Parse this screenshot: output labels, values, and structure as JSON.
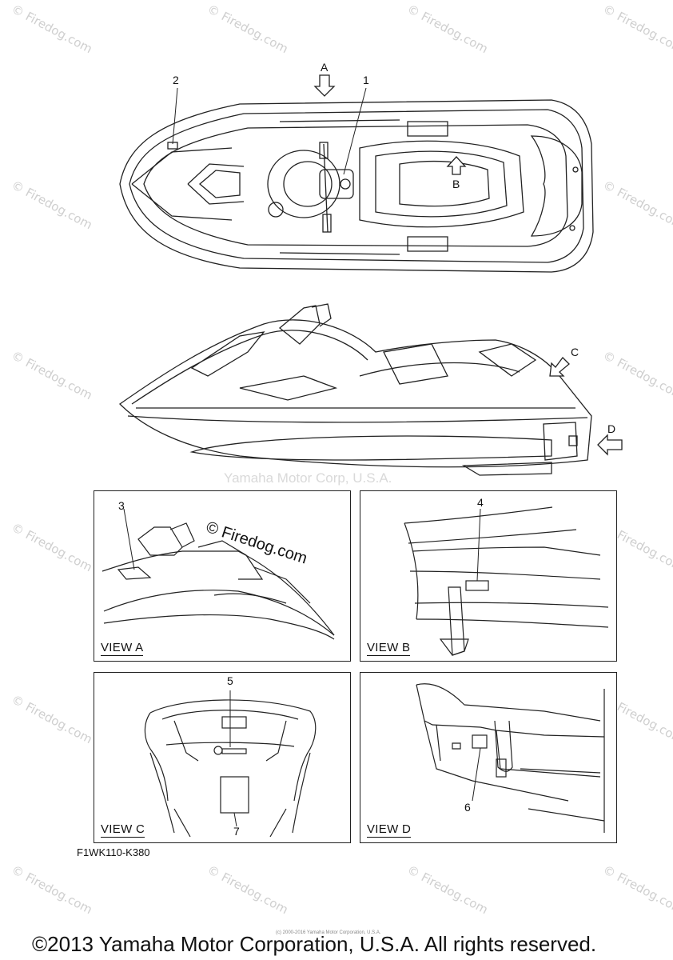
{
  "watermarks": {
    "firedog": "© Firedog.com",
    "yamaha_center": "Yamaha Motor Corp, U.S.A."
  },
  "top_view": {
    "arrow_a": "A",
    "arrow_b": "B",
    "callout_1": "1",
    "callout_2": "2"
  },
  "side_view": {
    "arrow_c": "C",
    "arrow_d": "D"
  },
  "views": [
    {
      "title": "VIEW A",
      "callouts": [
        "3"
      ]
    },
    {
      "title": "VIEW B",
      "callouts": [
        "4"
      ]
    },
    {
      "title": "VIEW C",
      "callouts": [
        "5",
        "7"
      ]
    },
    {
      "title": "VIEW D",
      "callouts": [
        "6"
      ]
    }
  ],
  "view_a_mark": "© Firedog.com",
  "diagram_code": "F1WK110-K380",
  "small_print": "(c) 2000-2016 Yamaha Motor Corporation, U.S.A.",
  "footer": "©2013 Yamaha Motor Corporation, U.S.A. All rights reserved."
}
